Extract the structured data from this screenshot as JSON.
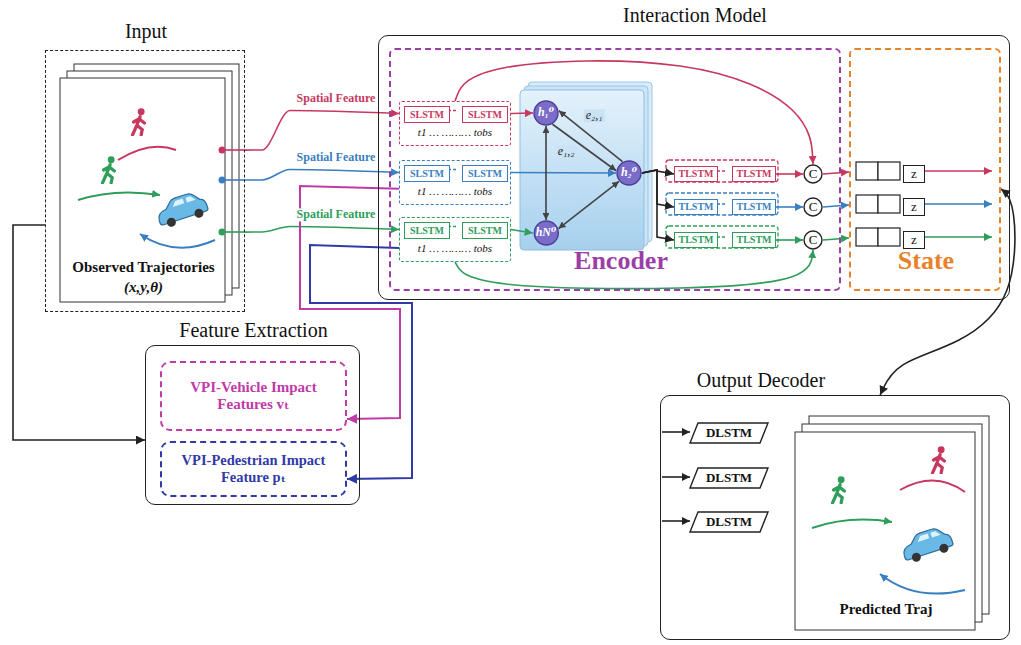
{
  "diagram": {
    "nodes": [
      {
        "text": [
          "Input"
        ]
      },
      {
        "text": [
          "Observed Trajectories",
          "(x,y,θ)"
        ],
        "in": 0
      },
      {
        "text": [
          "Interaction Model"
        ]
      },
      {
        "text": [
          "Encoder"
        ],
        "in": 2
      },
      {
        "text": [
          "t1 … ……… tobs"
        ],
        "in": 3
      },
      {
        "text": [
          "SLSTM"
        ],
        "in": 4
      },
      {
        "text": [
          "SLSTM"
        ],
        "in": 4
      },
      {
        "text": [
          "t1 … ……… tobs"
        ],
        "in": 3
      },
      {
        "text": [
          "SLSTM"
        ],
        "in": 7
      },
      {
        "text": [
          "SLSTM"
        ],
        "in": 7
      },
      {
        "text": [
          "t1 … ……… tobs"
        ],
        "in": 3
      },
      {
        "text": [
          "SLSTM"
        ],
        "in": 10
      },
      {
        "text": [
          "SLSTM"
        ],
        "in": 10
      },
      {
        "text": [
          "h₁⁰"
        ],
        "in": 3
      },
      {
        "text": [
          "h₂⁰"
        ],
        "in": 3
      },
      {
        "text": [
          "hN⁰"
        ],
        "in": 3
      },
      {
        "text": [
          "TLSTM"
        ],
        "in": 3
      },
      {
        "text": [
          "TLSTM"
        ],
        "in": 3
      },
      {
        "text": [
          "TLSTM"
        ],
        "in": 3
      },
      {
        "text": [
          "TLSTM"
        ],
        "in": 3
      },
      {
        "text": [
          "TLSTM"
        ],
        "in": 3
      },
      {
        "text": [
          "TLSTM"
        ],
        "in": 3
      },
      {
        "text": [
          "C"
        ],
        "in": 3
      },
      {
        "text": [
          "C"
        ],
        "in": 3
      },
      {
        "text": [
          "C"
        ],
        "in": 3
      },
      {
        "text": [
          "State"
        ],
        "in": 2
      },
      {
        "text": [
          "z"
        ],
        "in": 25
      },
      {
        "text": [
          "z"
        ],
        "in": 25
      },
      {
        "text": [
          "z"
        ],
        "in": 25
      },
      {
        "text": [
          "Feature Extraction"
        ]
      },
      {
        "text": [
          "VPI-Vehicle Impact Features vₜ"
        ],
        "in": 29
      },
      {
        "text": [
          "VPI-Pedestrian Impact Feature pₜ"
        ],
        "in": 29
      },
      {
        "text": [
          "Output Decoder"
        ]
      },
      {
        "text": [
          "DLSTM"
        ],
        "in": 32
      },
      {
        "text": [
          "DLSTM"
        ],
        "in": 32
      },
      {
        "text": [
          "DLSTM"
        ],
        "in": 32
      },
      {
        "text": [
          "Predicted Traj"
        ],
        "in": 32
      }
    ],
    "edges": [
      {
        "from": 0,
        "to": 4,
        "arrow": "to",
        "label": "Spatial Feature"
      },
      {
        "from": 0,
        "to": 7,
        "arrow": "to",
        "label": "Spatial Feature"
      },
      {
        "from": 0,
        "to": 10,
        "arrow": "to",
        "label": "Spatial Feature"
      },
      {
        "from": 0,
        "to": 29,
        "arrow": "to"
      },
      {
        "from": 7,
        "to": 30,
        "arrow": "to"
      },
      {
        "from": 10,
        "to": 31,
        "arrow": "to"
      },
      {
        "from": 4,
        "to": 13,
        "arrow": "to"
      },
      {
        "from": 7,
        "to": 14,
        "arrow": "to"
      },
      {
        "from": 10,
        "to": 15,
        "arrow": "to"
      },
      {
        "from": 14,
        "to": 13,
        "arrow": "to",
        "label": "e₂,₁"
      },
      {
        "from": 13,
        "to": 14,
        "arrow": "to",
        "label": "e₁,₂"
      },
      {
        "from": 13,
        "to": 15,
        "arrow": "both"
      },
      {
        "from": 15,
        "to": 14,
        "arrow": "both"
      },
      {
        "from": 14,
        "to": 16,
        "arrow": "to"
      },
      {
        "from": 14,
        "to": 18,
        "arrow": "to"
      },
      {
        "from": 14,
        "to": 20,
        "arrow": "to"
      },
      {
        "from": 17,
        "to": 22,
        "arrow": "to"
      },
      {
        "from": 19,
        "to": 23,
        "arrow": "to"
      },
      {
        "from": 21,
        "to": 24,
        "arrow": "to"
      },
      {
        "from": 22,
        "to": 25,
        "arrow": "to"
      },
      {
        "from": 23,
        "to": 25,
        "arrow": "to"
      },
      {
        "from": 24,
        "to": 25,
        "arrow": "to"
      },
      {
        "from": 4,
        "to": 22,
        "arrow": "to"
      },
      {
        "from": 10,
        "to": 24,
        "arrow": "to"
      },
      {
        "from": 25,
        "to": 32,
        "arrow": "both"
      }
    ]
  }
}
